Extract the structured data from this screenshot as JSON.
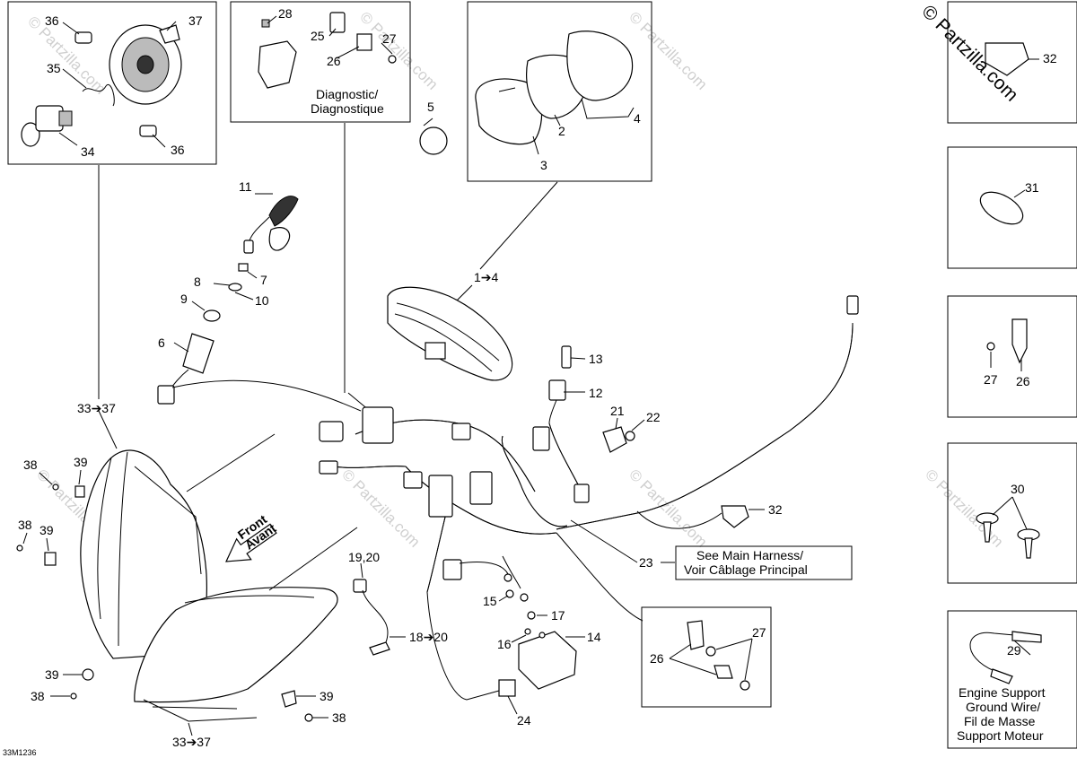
{
  "watermark": "© Partzilla.com",
  "figure_code": "33M1236",
  "labels": {
    "diagnostic": [
      "Diagnostic/",
      "Diagnostique"
    ],
    "front": [
      "Front",
      "Avant"
    ],
    "main_harness": [
      "See Main Harness/",
      "Voir Câblage Principal"
    ],
    "engine_ground": [
      "Engine Support",
      "Ground Wire/",
      "Fil de Masse",
      "Support Moteur"
    ]
  },
  "callouts": {
    "c36a": "36",
    "c37": "37",
    "c35": "35",
    "c34": "34",
    "c36b": "36",
    "c28": "28",
    "c25": "25",
    "c27a": "27",
    "c26a": "26",
    "c5": "5",
    "c2": "2",
    "c4": "4",
    "c3": "3",
    "c11": "11",
    "c7": "7",
    "c8": "8",
    "c10": "10",
    "c9": "9",
    "c6": "6",
    "c1to4": "1➔4",
    "c13": "13",
    "c12": "12",
    "c21": "21",
    "c22": "22",
    "c32a": "32",
    "c31": "31",
    "c27b": "27",
    "c26b": "26",
    "c30": "30",
    "c29": "29",
    "c33a": "33➔37",
    "c38a": "38",
    "c39a": "39",
    "c38b": "38",
    "c39b": "39",
    "c1920": "19,20",
    "c32b": "32",
    "c23": "23",
    "c15": "15",
    "c17": "17",
    "c16": "16",
    "c14": "14",
    "c1820": "18➔20",
    "c26c": "26",
    "c27c": "27",
    "c24": "24",
    "c39c": "39",
    "c38c": "38",
    "c39d": "39",
    "c38d": "38",
    "c33b": "33➔37"
  }
}
